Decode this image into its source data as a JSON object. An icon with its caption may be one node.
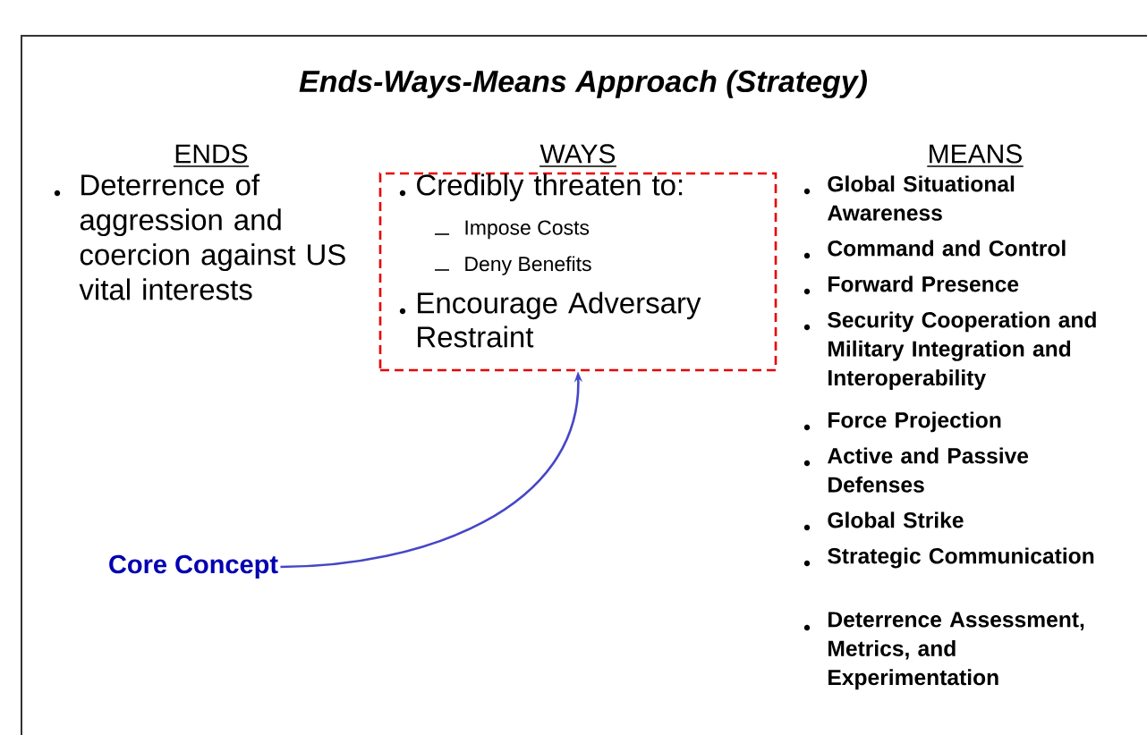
{
  "diagram": {
    "title": "Ends-Ways-Means Approach (Strategy)",
    "nodes": [
      {
        "text": [
          "Credibly threaten to:",
          "Impose Costs",
          "Deny Benefits",
          "Encourage Adversary Restraint"
        ]
      },
      {
        "text": [
          "Core Concept"
        ]
      }
    ],
    "edges": [
      {
        "from": 1,
        "to": 0,
        "arrow": "to",
        "color": "#4646c8"
      }
    ],
    "labels": [
      "ENDS",
      "WAYS",
      "MEANS",
      "Deterrence of aggression and coercion against US vital interests",
      "Global Situational Awareness",
      "Command and Control",
      "Forward Presence",
      "Security Cooperation and Military Integration and Interoperability",
      "Force Projection",
      "Active and Passive Defenses",
      "Global Strike",
      "Strategic Communication",
      "Deterrence Assessment, Metrics, and Experimentation"
    ]
  }
}
